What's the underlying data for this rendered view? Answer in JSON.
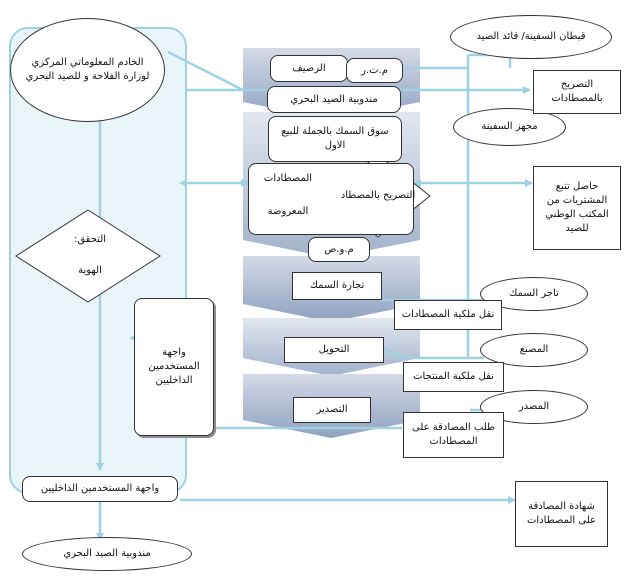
{
  "nodes": {
    "central_server": "الخادم المعلوماتي المركزي  لوزارة الفلاحة و للصيد البحري",
    "captain": "قبطان السفينة/ قائد الصيد",
    "declaration_of_catch_right": "التصريح بالمصطادات",
    "vessel_equipment": "مجهز السفينة",
    "purchases_tracking": "حاصل  تتبع المشتريات من المكتب الوطني للصيد",
    "mcr": "م.ت.ر",
    "quay": "الرصيف",
    "fisheries_delegation_top": "مندوبية الصيد البحري",
    "wholesale_market": "سوق السمك بالجملة للبيع الاول",
    "offered_catch_line1": "المصطادات",
    "offered_catch_line2": "المعروضة",
    "catch_declaration_diamond": "التصريح بالمصطاد",
    "mws": "م.و.ص",
    "fish_trade": "تجارة السمك",
    "fish_trader": "تاجر السمك",
    "catch_ownership_transfer": "نقل ملكية المصطادات",
    "factory": "المصنع",
    "processing": "التحويل",
    "product_ownership_transfer": "نقل ملكية المنتجات",
    "exporter": "المصدر",
    "export": "التصدير",
    "catch_certification_request": "طلب المصادقة على المصطادات",
    "verification_label": "التحقق:",
    "identity_label": "الهوية",
    "internal_users_interface_side": "واجهة المستخدمين الداخليين",
    "internal_users_interface_bottom": "واجهة المستخدمين الداخليين",
    "catch_certificate": "شهادة المصادقة على المصطادات",
    "fisheries_delegation_bottom": "مندوبية الصيد البحري"
  },
  "colors": {
    "connector": "#9fd1e3",
    "chevron_top": "#d4dae6",
    "chevron_bottom": "#8fa1c0",
    "lane_fill": "#eaf5fa",
    "lane_stroke": "#9fd1e3",
    "border": "#333333"
  }
}
